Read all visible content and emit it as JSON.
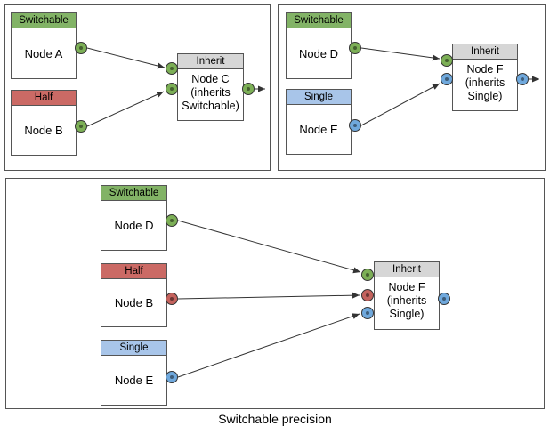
{
  "caption": "Switchable precision",
  "colors": {
    "switchable_green": "#82B366",
    "half_red": "#CB6A65",
    "single_blue": "#A8C5E9",
    "inherit_gray": "#D6D6D6",
    "port_green": "#7CAF56",
    "port_red": "#C4625D",
    "port_blue": "#6FA8DC",
    "node_border": "#555555",
    "edge_stroke": "#333333"
  },
  "panels": [
    {
      "name": "top-left",
      "nodes": {
        "a": {
          "header": "Switchable",
          "label": "Node A"
        },
        "b": {
          "header": "Half",
          "label": "Node B"
        },
        "c": {
          "header": "Inherit",
          "label": "Node C (inherits Switchable)"
        }
      }
    },
    {
      "name": "top-right",
      "nodes": {
        "d": {
          "header": "Switchable",
          "label": "Node D"
        },
        "e": {
          "header": "Single",
          "label": "Node E"
        },
        "f": {
          "header": "Inherit",
          "label": "Node F (inherits Single)"
        }
      }
    },
    {
      "name": "bottom",
      "nodes": {
        "d": {
          "header": "Switchable",
          "label": "Node D"
        },
        "b": {
          "header": "Half",
          "label": "Node B"
        },
        "e": {
          "header": "Single",
          "label": "Node E"
        },
        "f": {
          "header": "Inherit",
          "label": "Node F (inherits Single)"
        }
      }
    }
  ]
}
